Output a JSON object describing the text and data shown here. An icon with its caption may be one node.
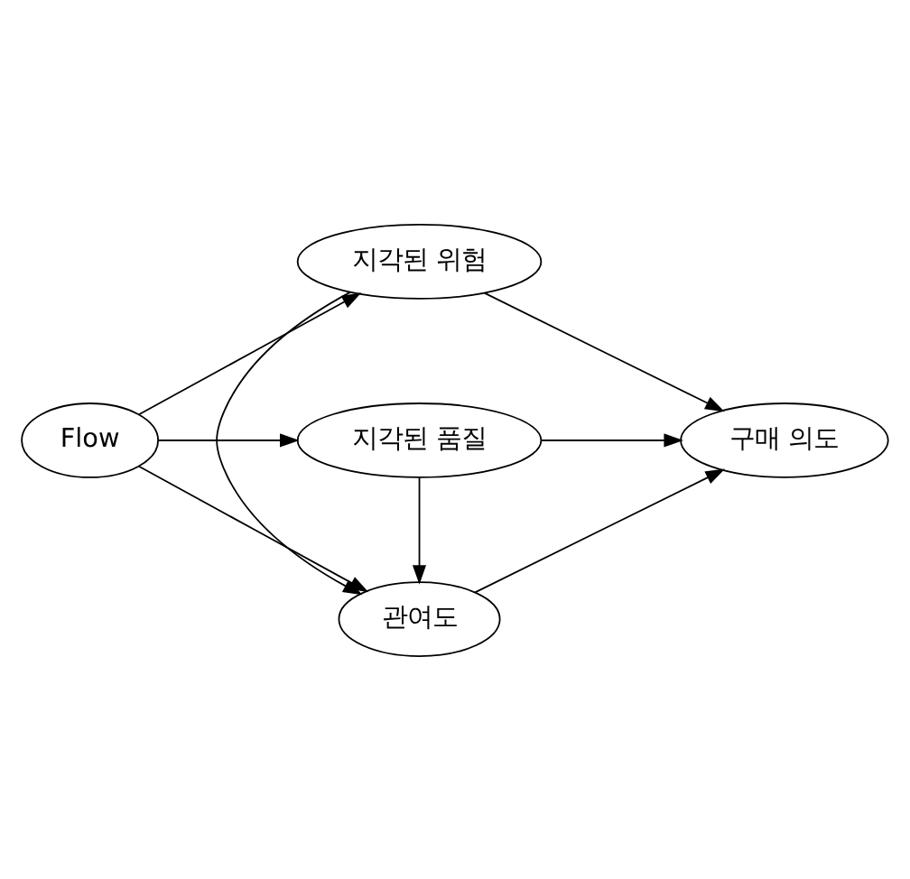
{
  "diagram": {
    "nodes": [
      {
        "text": [
          "Flow"
        ]
      },
      {
        "text": [
          "지각된 위험"
        ]
      },
      {
        "text": [
          "관여도"
        ]
      },
      {
        "text": [
          "지각된 품질"
        ]
      },
      {
        "text": [
          "구매 의도"
        ]
      }
    ],
    "edges": [
      {
        "from": 0,
        "to": 1,
        "arrow": "to"
      },
      {
        "from": 0,
        "to": 2,
        "arrow": "to"
      },
      {
        "from": 0,
        "to": 3,
        "arrow": "to"
      },
      {
        "from": 1,
        "to": 2,
        "arrow": "to"
      },
      {
        "from": 3,
        "to": 2,
        "arrow": "to"
      },
      {
        "from": 1,
        "to": 4,
        "arrow": "to"
      },
      {
        "from": 2,
        "to": 4,
        "arrow": "to"
      },
      {
        "from": 3,
        "to": 4,
        "arrow": "to"
      }
    ]
  }
}
